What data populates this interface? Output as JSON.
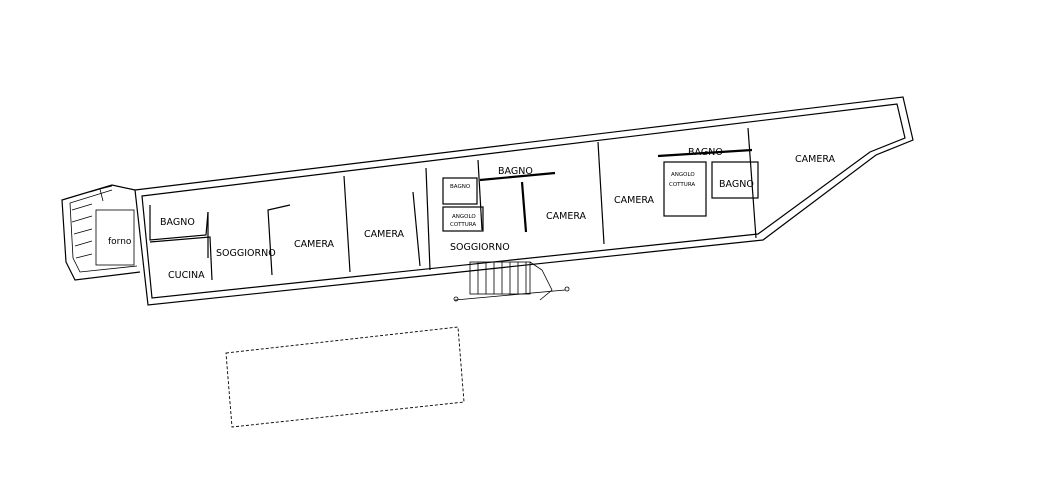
{
  "floorplan": {
    "rooms": {
      "forno": "forno",
      "bagno_1": "BAGNO",
      "cucina": "CUCINA",
      "soggiorno_1": "SOGGIORNO",
      "camera_1": "CAMERA",
      "camera_2": "CAMERA",
      "bagno_2": "BAGNO",
      "bagno_small": "BAGNO",
      "angolo_cottura_1_a": "ANGOLO",
      "angolo_cottura_1_b": "COTTURA",
      "soggiorno_2": "SOGGIORNO",
      "camera_3": "CAMERA",
      "camera_4": "CAMERA",
      "bagno_3": "BAGNO",
      "angolo_cottura_2_a": "ANGOLO",
      "angolo_cottura_2_b": "COTTURA",
      "bagno_4": "BAGNO",
      "camera_5": "CAMERA"
    }
  }
}
